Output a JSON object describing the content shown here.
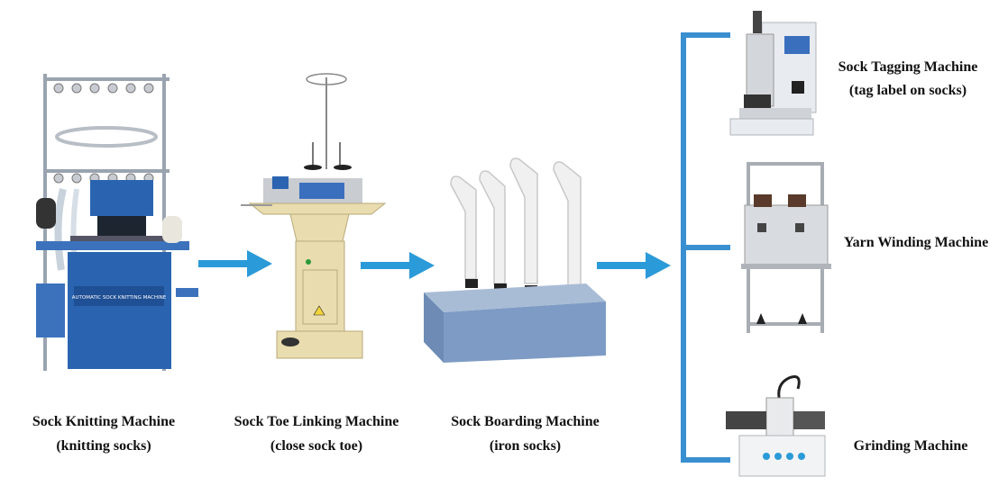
{
  "machines": [
    {
      "name": "Sock Knitting Machine",
      "note": "(knitting socks)"
    },
    {
      "name": "Sock Toe Linking Machine",
      "note": "(close sock toe)"
    },
    {
      "name": "Sock Boarding Machine",
      "note": "(iron socks)"
    }
  ],
  "branch_machines": [
    {
      "name": "Sock Tagging Machine",
      "note": "(tag label on socks)"
    },
    {
      "name": "Yarn Winding Machine",
      "note": ""
    },
    {
      "name": "Grinding Machine",
      "note": ""
    }
  ],
  "knitting_panel_text": "AUTOMATIC SOCK KNITTING MACHINE",
  "colors": {
    "arrow": "#2b9ad8",
    "bracket": "#3a8fd0",
    "machine_blue": "#2a64b0",
    "machine_cream": "#e9dcae",
    "board_base": "#7d9bc4"
  }
}
